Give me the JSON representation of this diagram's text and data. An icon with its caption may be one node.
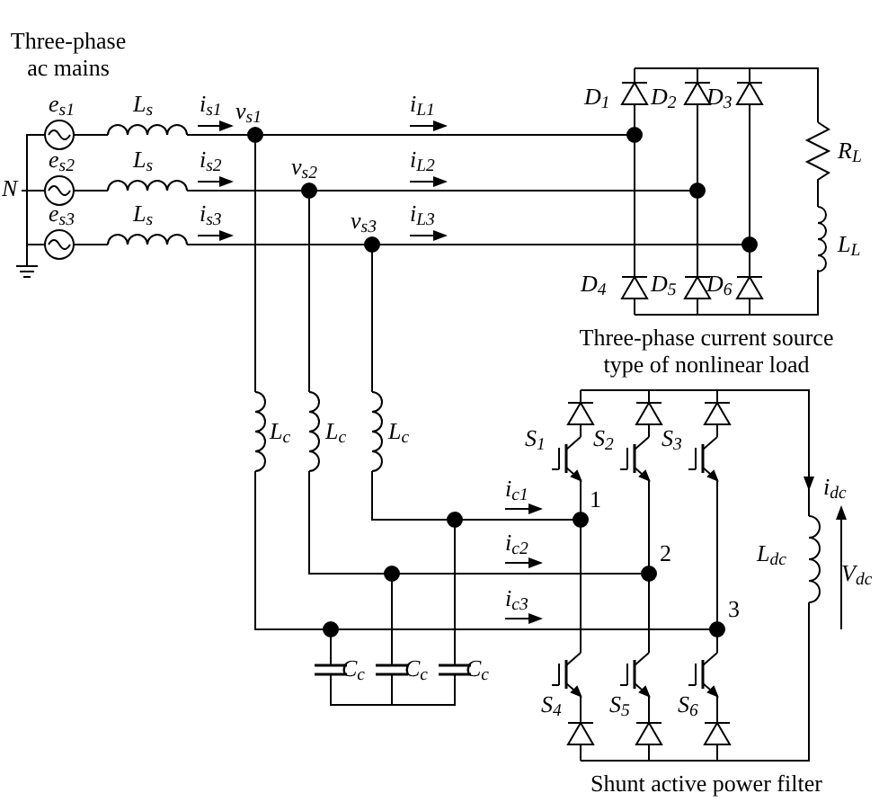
{
  "diagram": {
    "labels": [
      "Three-phase ac mains",
      "e$_{s1}$",
      "L$_{s}$",
      "i$_{s1}$",
      "v$_{s1}$",
      "i$_{L1}$",
      "D$_{1}$",
      "D$_{2}$",
      "D$_{3}$",
      "R$_{L}$",
      "N",
      "e$_{s2}$",
      "L$_{s}$",
      "i$_{s2}$",
      "v$_{s2}$",
      "i$_{L2}$",
      "e$_{s3}$",
      "L$_{s}$",
      "i$_{s3}$",
      "v$_{s3}$",
      "i$_{L3}$",
      "L$_{L}$",
      "D$_{4}$",
      "D$_{5}$",
      "D$_{6}$",
      "Three-phase current source type of nonlinear load",
      "L$_{c}$",
      "L$_{c}$",
      "L$_{c}$",
      "S$_{1}$",
      "S$_{2}$",
      "S$_{3}$",
      "i$_{c1}$",
      "1",
      "i$_{dc}$",
      "i$_{c2}$",
      "2",
      "L$_{dc}$",
      "V$_{dc}$",
      "i$_{c3}$",
      "3",
      "C$_{c}$",
      "C$_{c}$",
      "C$_{c}$",
      "S$_{4}$",
      "S$_{5}$",
      "S$_{6}$",
      "Shunt active power filter"
    ]
  }
}
